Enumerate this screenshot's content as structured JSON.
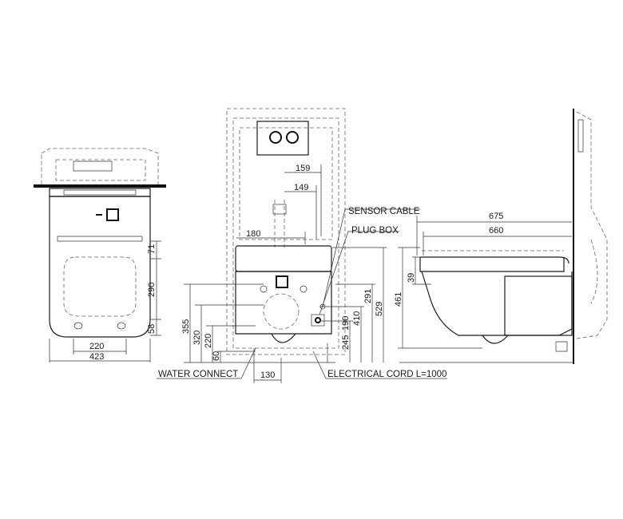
{
  "labels": {
    "sensor_cable": "SENSOR CABLE",
    "plug_box": "PLUG BOX",
    "water_connect": "WATER CONNECT",
    "electrical_cord": "ELECTRICAL CORD L=1000"
  },
  "dims": {
    "d71": "71",
    "d290": "290",
    "d58": "58",
    "d220_front": "220",
    "d423": "423",
    "d159": "159",
    "d149": "149",
    "d180": "180",
    "d355": "355",
    "d320": "320",
    "d220_side": "220",
    "d60": "60",
    "d130": "130",
    "d291": "291",
    "d410": "410",
    "d529": "529",
    "d190": "190",
    "d245": "245",
    "d461": "461",
    "d675": "675",
    "d660": "660",
    "d39": "39"
  }
}
